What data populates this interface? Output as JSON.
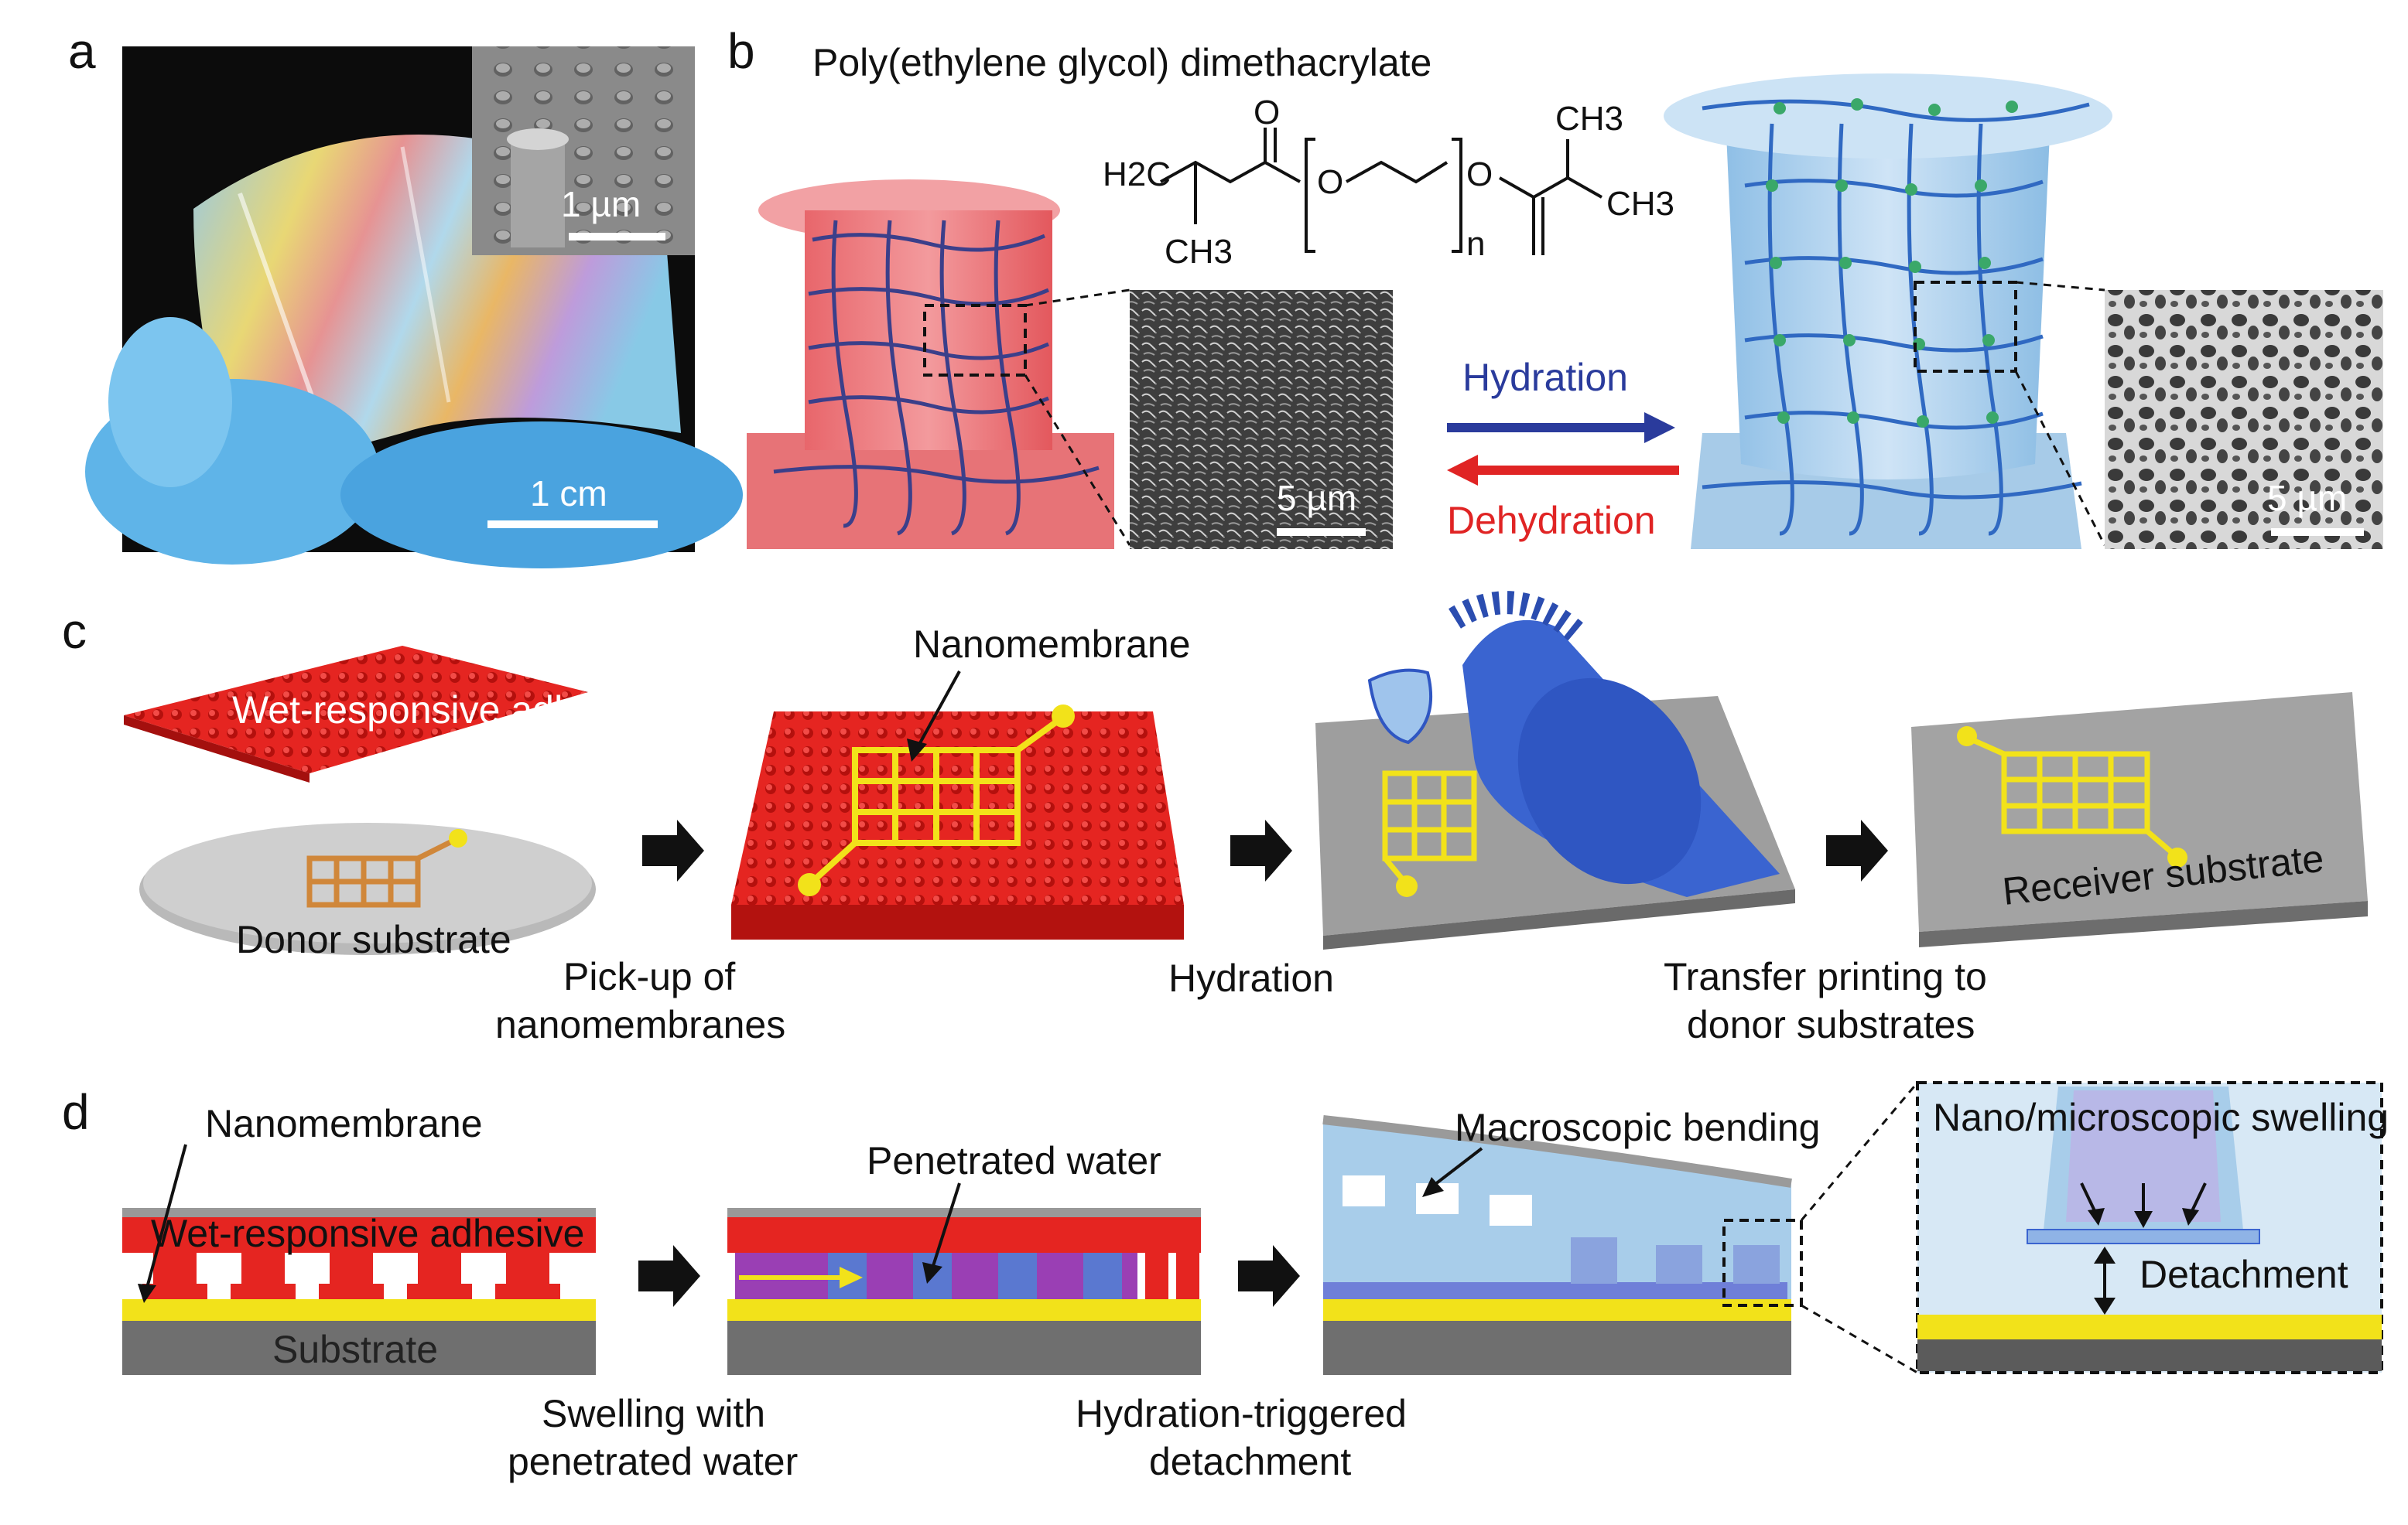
{
  "panels": {
    "a": {
      "label": "a",
      "scalebar_main": "1 cm",
      "scalebar_inset": "1 µm"
    },
    "b": {
      "label": "b",
      "title": "Poly(ethylene glycol) dimethacrylate",
      "chem": {
        "h2c": "H2C",
        "o_top": "O",
        "o_left": "O",
        "o_right": "O",
        "ch3_left": "CH3",
        "ch3_top": "CH3",
        "ch3_right": "CH3",
        "n": "n"
      },
      "hydration": "Hydration",
      "dehydration": "Dehydration",
      "scalebar_left": "5 µm",
      "scalebar_right": "5 µm",
      "colors": {
        "hydration": "#2a3b9c",
        "dehydration": "#e02424"
      }
    },
    "c": {
      "label": "c",
      "adhesive_label": "Wet-responsive adhesive",
      "donor_label": "Donor substrate",
      "nanomembrane_label": "Nanomembrane",
      "receiver_label": "Receiver substrate",
      "steps": [
        {
          "line1": "Pick-up of",
          "line2": "nanomembranes"
        },
        {
          "line1": "Hydration",
          "line2": ""
        },
        {
          "line1": "Transfer printing to",
          "line2": "donor substrates"
        }
      ]
    },
    "d": {
      "label": "d",
      "nanomembrane_label": "Nanomembrane",
      "adhesive_label": "Wet-responsive adhesive",
      "substrate_label": "Substrate",
      "penetrated_water_label": "Penetrated water",
      "bending_label": "Macroscopic bending",
      "swelling_label": "Nano/microscopic swelling",
      "detachment_label": "Detachment",
      "steps": [
        {
          "line1": "Swelling  with",
          "line2": "penetrated water"
        },
        {
          "line1": "Hydration-triggered",
          "line2": "detachment"
        }
      ]
    }
  },
  "colors": {
    "adhesive_red": "#e52521",
    "nanomembrane_yellow": "#f2e21a",
    "substrate_gray": "#777777",
    "hydrogel_blue": "#a9cde8",
    "stamp_blue": "#3a64d0"
  }
}
